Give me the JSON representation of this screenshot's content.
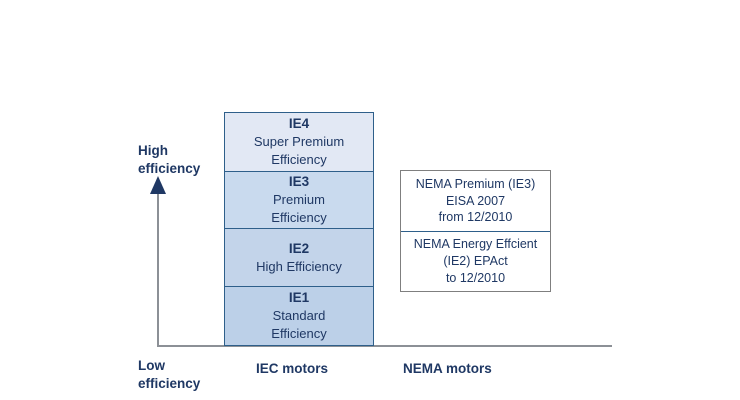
{
  "chart_data": {
    "type": "bar",
    "title": "",
    "xlabel": "",
    "ylabel": "Efficiency",
    "grid": false,
    "legend": "none",
    "categories": [
      "IEC motors",
      "NEMA motors"
    ],
    "y_axis": {
      "low_label": "Low\nefficiency",
      "high_label": "High\nefficiency",
      "direction": "increasing-upward",
      "arrow": true
    },
    "series": [
      {
        "name": "IEC motors",
        "stacked_bands_bottom_to_top": [
          {
            "code": "IE1",
            "description": "Standard\nEfficiency",
            "level": 1,
            "color": "#bcd0e8"
          },
          {
            "code": "IE2",
            "description": "High Efficiency",
            "level": 2,
            "color": "#c3d4ea"
          },
          {
            "code": "IE3",
            "description": "Premium\nEfficiency",
            "level": 3,
            "color": "#c9daee"
          },
          {
            "code": "IE4",
            "description": "Super Premium\nEfficiency",
            "level": 4,
            "color": "#e2e8f4"
          }
        ]
      },
      {
        "name": "NEMA motors",
        "annotation_cells_top_to_bottom": [
          {
            "text": "NEMA Premium (IE3)\nEISA 2007\nfrom 12/2010",
            "aligns_with": "IE3"
          },
          {
            "text": "NEMA Energy Effcient\n(IE2) EPAct\nto 12/2010",
            "aligns_with": "IE2"
          }
        ]
      }
    ]
  },
  "axis": {
    "high_label": "High\nefficiency",
    "low_label": "Low\nefficiency"
  },
  "categories": {
    "iec": "IEC motors",
    "nema": "NEMA motors"
  },
  "iec_bands": [
    {
      "code": "IE4",
      "description": "Super Premium\nEfficiency"
    },
    {
      "code": "IE3",
      "description": "Premium\nEfficiency"
    },
    {
      "code": "IE2",
      "description": "High Efficiency"
    },
    {
      "code": "IE1",
      "description": "Standard\nEfficiency"
    }
  ],
  "nema_cells": [
    {
      "text": "NEMA Premium (IE3)\nEISA 2007\nfrom 12/2010"
    },
    {
      "text": "NEMA Energy Effcient\n(IE2) EPAct\nto 12/2010"
    }
  ],
  "colors": {
    "band_ie4": "#e2e8f4",
    "band_ie3": "#c9daee",
    "band_ie2": "#c3d4ea",
    "band_ie1": "#bcd0e8",
    "band_border": "#2e5f8a",
    "text": "#1f3864",
    "axis": "#8c9096",
    "arrow": "#1f3864",
    "nema_border": "#7f7f7f"
  }
}
